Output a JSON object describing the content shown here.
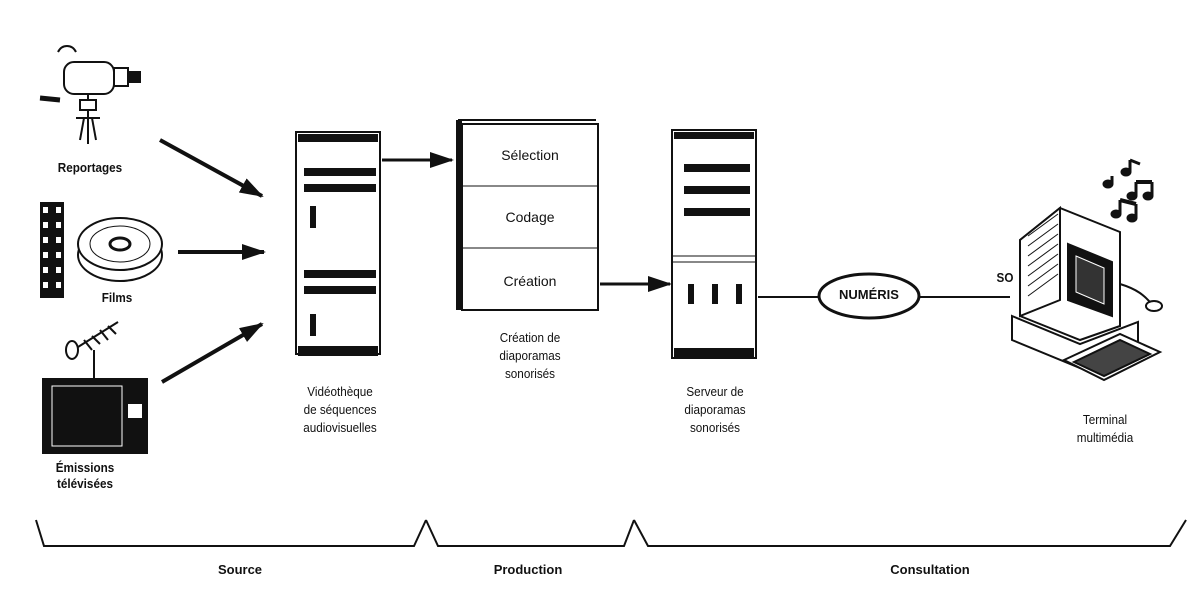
{
  "sources": {
    "reportages": "Reportages",
    "films": "Films",
    "emissions_line1": "Émissions",
    "emissions_line2": "télévisées"
  },
  "videotheque": {
    "line1": "Vidéothèque",
    "line2": "de séquences",
    "line3": "audiovisuelles"
  },
  "production": {
    "steps": [
      "Sélection",
      "Codage",
      "Création"
    ],
    "caption_line1": "Création de",
    "caption_line2": "diaporamas",
    "caption_line3": "sonorisés"
  },
  "serveur": {
    "line1": "Serveur de",
    "line2": "diaporamas",
    "line3": "sonorisés"
  },
  "network": {
    "label": "NUMÉRIS",
    "port": "SO"
  },
  "terminal": {
    "line1": "Terminal",
    "line2": "multimédia"
  },
  "sections": {
    "source": "Source",
    "production": "Production",
    "consultation": "Consultation"
  }
}
